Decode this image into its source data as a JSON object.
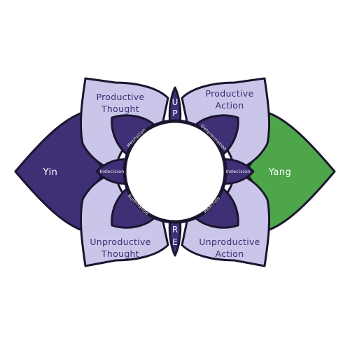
{
  "labels": {
    "yin": "Yin",
    "yang": "Yang",
    "productive_thought": [
      "Productive",
      "Thought"
    ],
    "productive_action": [
      "Productive",
      "Action"
    ],
    "unproductive_thought": [
      "Unproductive",
      "Thought"
    ],
    "unproductive_action": [
      "Unproductive",
      "Action"
    ],
    "hesitation": "Hesitation",
    "determination": "Determination",
    "indecision_left": "Indecision",
    "indecision_right": "Indecision",
    "rumination": "Rumination",
    "reaction": "Reaction",
    "stem_top": [
      "U",
      "P"
    ],
    "stem_bottom": [
      "R",
      "E"
    ]
  },
  "colors": {
    "dark_purple": "#3f2f75",
    "light_lavender": "#c9c6ea",
    "green": "#4ea64a",
    "outline": "#1c1530",
    "center": "#ffffff"
  }
}
